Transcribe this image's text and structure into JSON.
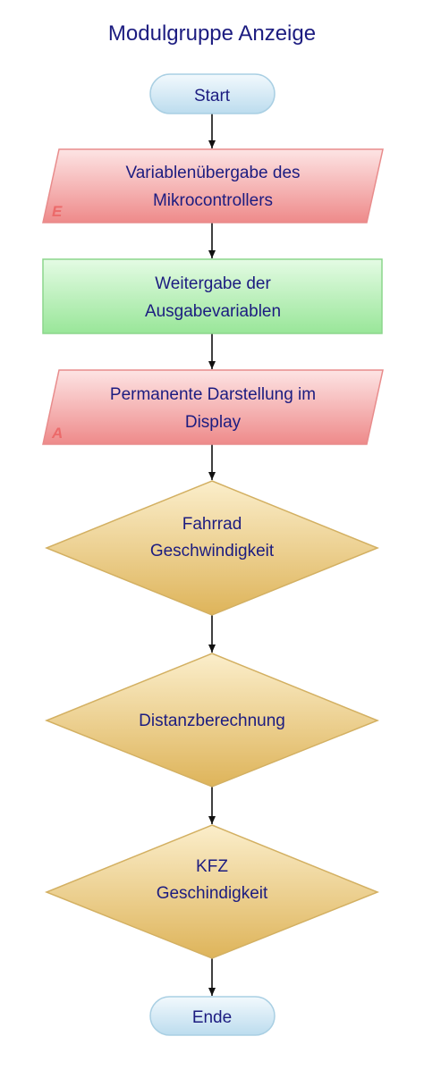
{
  "title": "Modulgruppe Anzeige",
  "nodes": {
    "start": {
      "label": "Start"
    },
    "input": {
      "line1": "Variablenübergabe des",
      "line2": "Mikrocontrollers",
      "tag": "E"
    },
    "process": {
      "line1": "Weitergabe der",
      "line2": "Ausgabevariablen"
    },
    "output": {
      "line1": "Permanente Darstellung im",
      "line2": "Display",
      "tag": "A"
    },
    "decision1": {
      "line1": "Fahrrad",
      "line2": "Geschwindigkeit"
    },
    "decision2": {
      "line1": "Distanzberechnung"
    },
    "decision3": {
      "line1": "KFZ",
      "line2": "Geschindigkeit"
    },
    "end": {
      "label": "Ende"
    }
  },
  "colors": {
    "terminal": "#d8ecf6",
    "io": "#f4a6a6",
    "process": "#bdf0bd",
    "decision": "#f2d18a",
    "text": "#1c1c80"
  }
}
